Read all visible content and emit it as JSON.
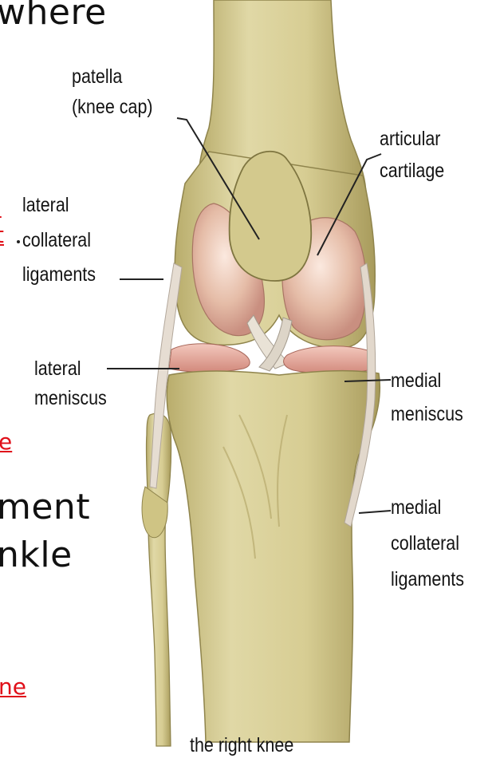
{
  "slide": {
    "frag_top": "where",
    "frag_red_1": "l",
    "frag_red_2": "t",
    "frag_red_3": "e",
    "frag_big_1": "ment",
    "frag_big_2": "nkle",
    "frag_red_4": "ne"
  },
  "diagram": {
    "labels": {
      "patella_1": "patella",
      "patella_2": "(knee cap)",
      "articular_1": "articular",
      "articular_2": "cartilage",
      "lcl_1": "lateral",
      "lcl_2": "collateral",
      "lcl_3": "ligaments",
      "lm_1": "lateral",
      "lm_2": "meniscus",
      "mm_1": "medial",
      "mm_2": "meniscus",
      "mcl_1": "medial",
      "mcl_2": "collateral",
      "mcl_3": "ligaments",
      "caption": "the right knee"
    },
    "colors": {
      "bone": "#d8cf97",
      "bone_dark": "#a99d5e",
      "cartilage": "#e8c3b1",
      "meniscus": "#e2a89a",
      "ligament": "#cdbfb2",
      "text_red": "#e0101a"
    }
  }
}
